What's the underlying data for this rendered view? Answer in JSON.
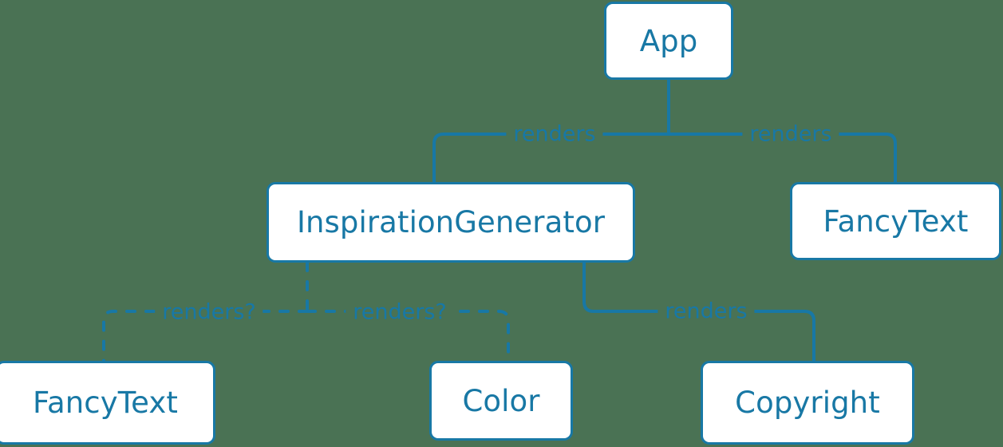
{
  "diagram": {
    "type": "component-tree",
    "background_color": "#4a7254",
    "accent_color": "#1878a5",
    "node_fill": "#ffffff",
    "nodes": [
      {
        "id": "app",
        "label": "App"
      },
      {
        "id": "inspgen",
        "label": "InspirationGenerator"
      },
      {
        "id": "fancytext_r",
        "label": "FancyText"
      },
      {
        "id": "fancytext_l",
        "label": "FancyText"
      },
      {
        "id": "color",
        "label": "Color"
      },
      {
        "id": "copyright",
        "label": "Copyright"
      }
    ],
    "edges": [
      {
        "from": "app",
        "to": "inspgen",
        "label": "renders",
        "style": "solid"
      },
      {
        "from": "app",
        "to": "fancytext_r",
        "label": "renders",
        "style": "solid"
      },
      {
        "from": "inspgen",
        "to": "fancytext_l",
        "label": "renders?",
        "style": "dashed"
      },
      {
        "from": "inspgen",
        "to": "color",
        "label": "renders?",
        "style": "dashed"
      },
      {
        "from": "inspgen",
        "to": "copyright",
        "label": "renders",
        "style": "solid"
      }
    ],
    "edge_labels": {
      "app_inspgen": "renders",
      "app_fancytext": "renders",
      "inspgen_fancytext": "renders?",
      "inspgen_color": "renders?",
      "inspgen_copyright": "renders"
    }
  }
}
